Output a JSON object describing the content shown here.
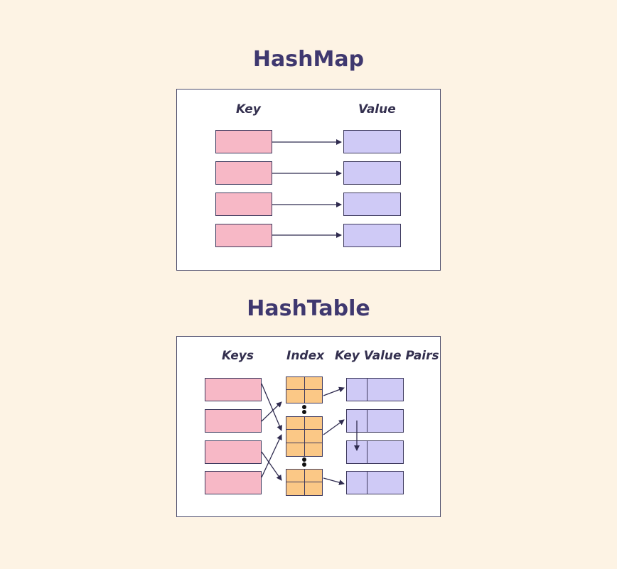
{
  "hashmap": {
    "title": "HashMap",
    "key_header": "Key",
    "value_header": "Value",
    "pair_count": 4
  },
  "hashtable": {
    "title": "HashTable",
    "keys_header": "Keys",
    "index_header": "Index",
    "pairs_header": "Key Value Pairs"
  },
  "colors": {
    "background": "#fdf3e4",
    "title": "#3f386f",
    "key_fill": "#f7b8c6",
    "value_fill": "#cfcaf6",
    "index_fill": "#fbc886",
    "stroke": "#3e3a5e"
  }
}
